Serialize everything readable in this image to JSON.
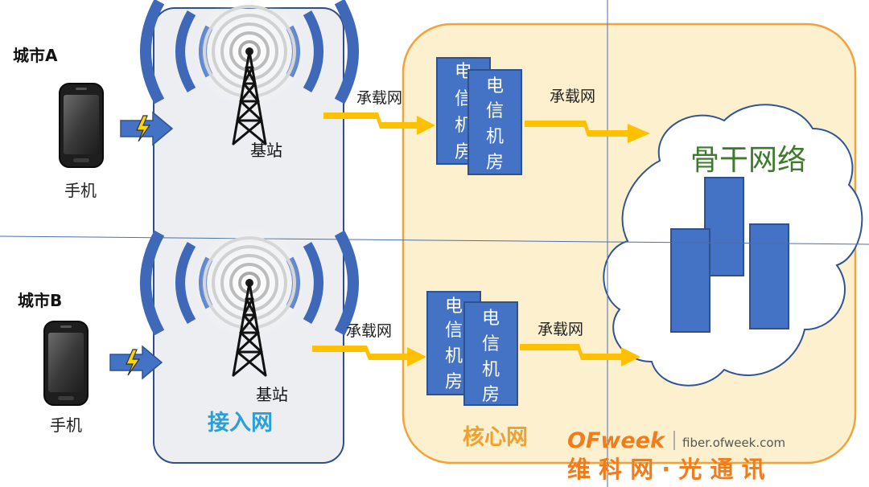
{
  "cities": [
    {
      "label": "城市A",
      "phone_label": "手机",
      "station_label": "基站",
      "link1_label": "承载网",
      "link2_label": "承载网",
      "room_back": [
        "电",
        "信",
        "机",
        "房"
      ],
      "room_front": [
        "电",
        "信",
        "机",
        "房"
      ]
    },
    {
      "label": "城市B",
      "phone_label": "手机",
      "station_label": "基站",
      "link1_label": "承载网",
      "link2_label": "承载网",
      "room_back": [
        "电",
        "信",
        "机",
        "房"
      ],
      "room_front": [
        "电",
        "信",
        "机",
        "房"
      ]
    }
  ],
  "access_network_label": "接入网",
  "core_network_label": "核心网",
  "backbone_label": "骨干网络",
  "watermark": {
    "brand": "OFweek",
    "domain": "fiber.ofweek.com",
    "site": "维 科 网 · 光 通 讯"
  },
  "colors": {
    "access_fill": "#eceef1",
    "access_stroke": "#2e4f8a",
    "core_fill": "#fdf0cf",
    "core_stroke": "#f2a23a",
    "server_fill": "#4472c4",
    "server_stroke": "#2f528f",
    "arrow": "#ffc000",
    "phone_arrow": "#4472c4",
    "bolt": "#ffd700",
    "label_blue": "#2a9fd8",
    "label_orange": "#f0a030",
    "cloud_text": "#3d7a2c",
    "watermark_orange": "#f07c1a"
  },
  "icons": [
    "phone-icon",
    "cell-tower-icon",
    "lightning-icon",
    "cloud-icon",
    "server-icon"
  ]
}
